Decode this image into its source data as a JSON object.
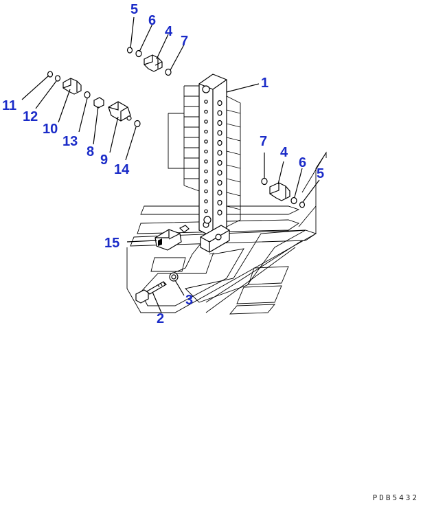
{
  "labels": [
    {
      "id": "callout-5-top",
      "text": "5"
    },
    {
      "id": "callout-6-top",
      "text": "6"
    },
    {
      "id": "callout-4-top",
      "text": "4"
    },
    {
      "id": "callout-7-top",
      "text": "7"
    },
    {
      "id": "callout-1",
      "text": "1"
    },
    {
      "id": "callout-11",
      "text": "11"
    },
    {
      "id": "callout-12",
      "text": "12"
    },
    {
      "id": "callout-10",
      "text": "10"
    },
    {
      "id": "callout-13",
      "text": "13"
    },
    {
      "id": "callout-8",
      "text": "8"
    },
    {
      "id": "callout-9",
      "text": "9"
    },
    {
      "id": "callout-14",
      "text": "14"
    },
    {
      "id": "callout-7-right",
      "text": "7"
    },
    {
      "id": "callout-4-right",
      "text": "4"
    },
    {
      "id": "callout-6-right",
      "text": "6"
    },
    {
      "id": "callout-5-right",
      "text": "5"
    },
    {
      "id": "callout-15",
      "text": "15"
    },
    {
      "id": "callout-3",
      "text": "3"
    },
    {
      "id": "callout-2",
      "text": "2"
    }
  ],
  "drawing_code": "PDB5432",
  "colors": {
    "callout": "#1a2bc8",
    "line": "#000000",
    "background": "#ffffff"
  }
}
